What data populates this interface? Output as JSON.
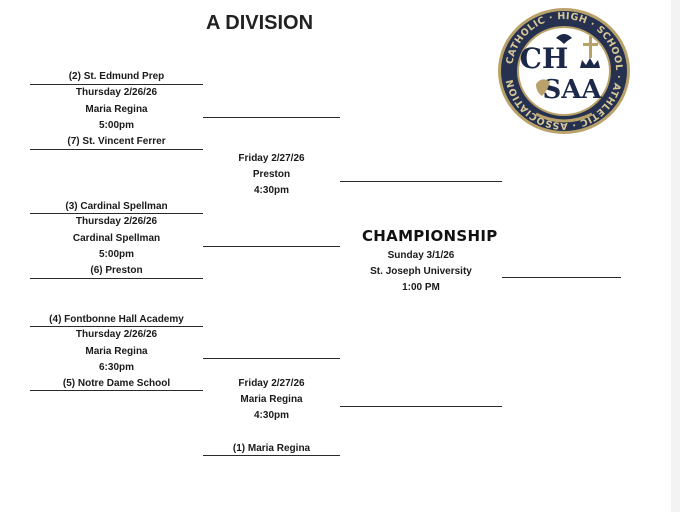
{
  "title": "A DIVISION",
  "logo": {
    "ring_text": "CATHOLIC · HIGH · SCHOOL · ATHLETIC · ASSOCIATION",
    "monogram": "CHSAA",
    "colors": {
      "navy": "#1c2847",
      "gold": "#b9a26a",
      "ring": "#26314f"
    }
  },
  "round1": [
    {
      "top_team": "(2)  St. Edmund Prep",
      "date": "Thursday 2/26/26",
      "location": "Maria Regina",
      "time": "5:00pm",
      "bottom_team": "(7) St. Vincent Ferrer"
    },
    {
      "top_team": "(3) Cardinal Spellman",
      "date": "Thursday 2/26/26",
      "location": "Cardinal Spellman",
      "time": "5:00pm",
      "bottom_team": "(6) Preston"
    },
    {
      "top_team": "(4) Fontbonne Hall Academy",
      "date": "Thursday 2/26/26",
      "location": "Maria Regina",
      "time": "6:30pm",
      "bottom_team": "(5) Notre Dame School"
    }
  ],
  "semis": [
    {
      "date": "Friday 2/27/26",
      "location": "Preston",
      "time": "4:30pm"
    },
    {
      "date": "Friday 2/27/26",
      "location": "Maria Regina",
      "time": "4:30pm"
    }
  ],
  "bye_team": "(1) Maria Regina",
  "championship": {
    "label": "CHAMPIONSHIP",
    "date": "Sunday 3/1/26",
    "location": "St. Joseph University",
    "time": "1:00 PM"
  }
}
